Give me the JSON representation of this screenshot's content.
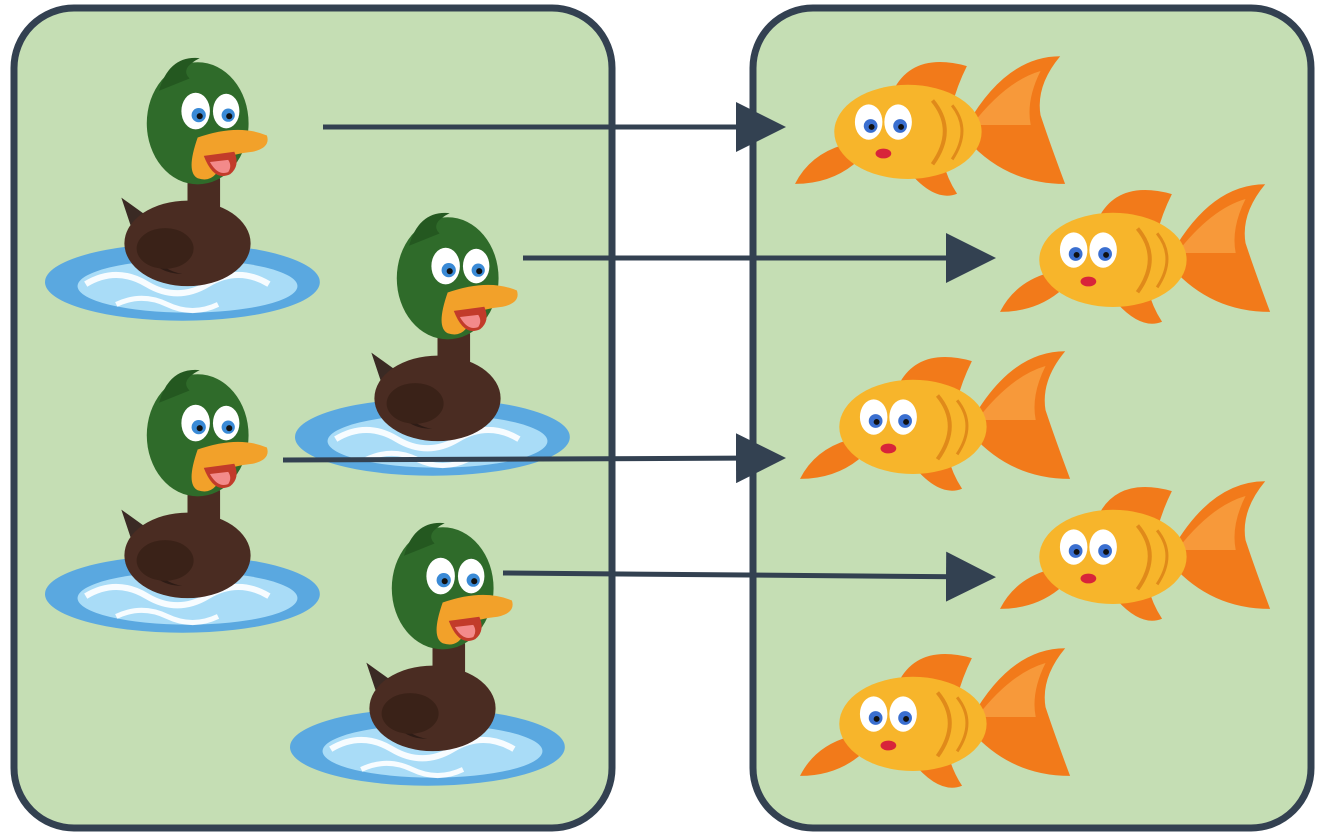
{
  "diagram": {
    "colors": {
      "panel_fill": "#c5deb4",
      "panel_stroke": "#334151",
      "arrow": "#334151",
      "duck_head": "#2f6b2a",
      "duck_body": "#4a2c22",
      "duck_beak": "#f2a12a",
      "water": "#6ab5e8",
      "fish_body": "#f7b52b",
      "fish_fin": "#f27a1a"
    },
    "left_set": {
      "name": "ducks",
      "items": [
        {
          "id": "duck-1",
          "icon": "duck-icon"
        },
        {
          "id": "duck-2",
          "icon": "duck-icon"
        },
        {
          "id": "duck-3",
          "icon": "duck-icon"
        },
        {
          "id": "duck-4",
          "icon": "duck-icon"
        }
      ]
    },
    "right_set": {
      "name": "goldfish",
      "items": [
        {
          "id": "fish-1",
          "icon": "goldfish-icon"
        },
        {
          "id": "fish-2",
          "icon": "goldfish-icon"
        },
        {
          "id": "fish-3",
          "icon": "goldfish-icon"
        },
        {
          "id": "fish-4",
          "icon": "goldfish-icon"
        },
        {
          "id": "fish-5",
          "icon": "goldfish-icon"
        }
      ]
    },
    "mappings": [
      {
        "from": "duck-1",
        "to": "fish-1"
      },
      {
        "from": "duck-2",
        "to": "fish-2"
      },
      {
        "from": "duck-3",
        "to": "fish-3"
      },
      {
        "from": "duck-4",
        "to": "fish-4"
      }
    ]
  }
}
